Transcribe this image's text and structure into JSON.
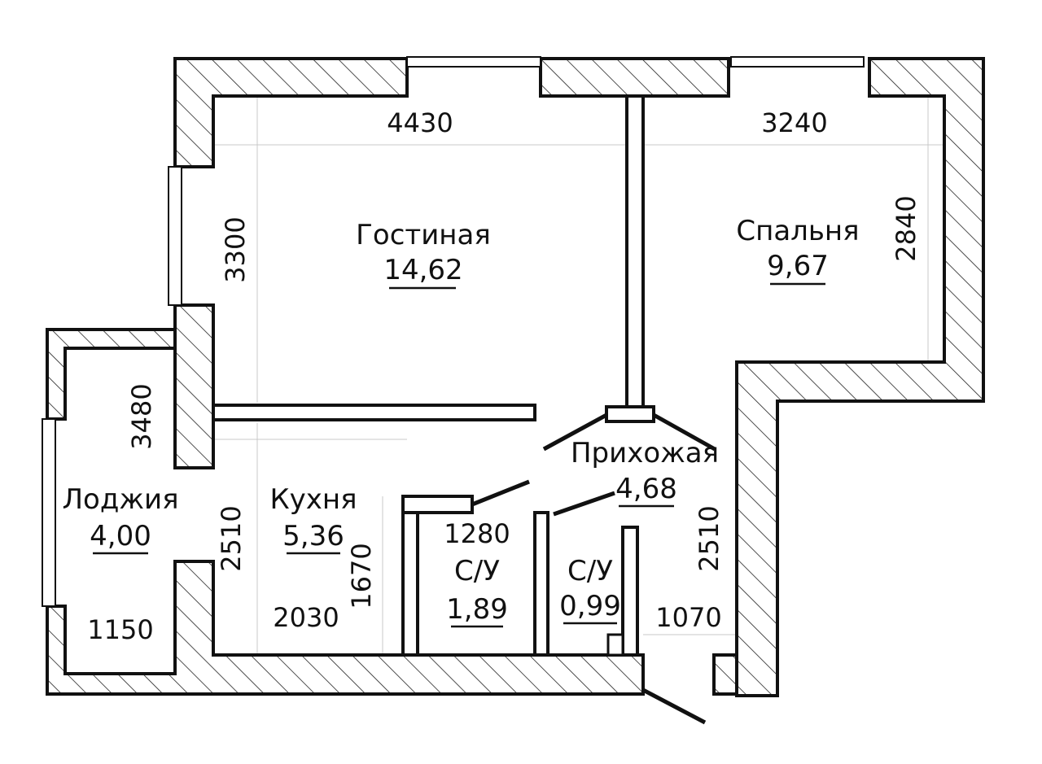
{
  "rooms": {
    "living": {
      "name": "Гостиная",
      "area": "14,62"
    },
    "bedroom": {
      "name": "Спальня",
      "area": "9,67"
    },
    "hall": {
      "name": "Прихожая",
      "area": "4,68"
    },
    "loggia": {
      "name": "Лоджия",
      "area": "4,00"
    },
    "kitchen": {
      "name": "Кухня",
      "area": "5,36"
    },
    "bath1": {
      "name": "С/У",
      "area": "1,89"
    },
    "bath2": {
      "name": "С/У",
      "area": "0,99"
    }
  },
  "dimensions": {
    "living_width": "4430",
    "living_height": "3300",
    "bedroom_width": "3240",
    "bedroom_height": "2840",
    "loggia_height": "3480",
    "loggia_width": "1150",
    "kitchen_height": "2510",
    "kitchen_width": "2030",
    "kitchen_depth": "1670",
    "bath_width": "1280",
    "hall_height": "2510",
    "hall_width": "1070"
  }
}
